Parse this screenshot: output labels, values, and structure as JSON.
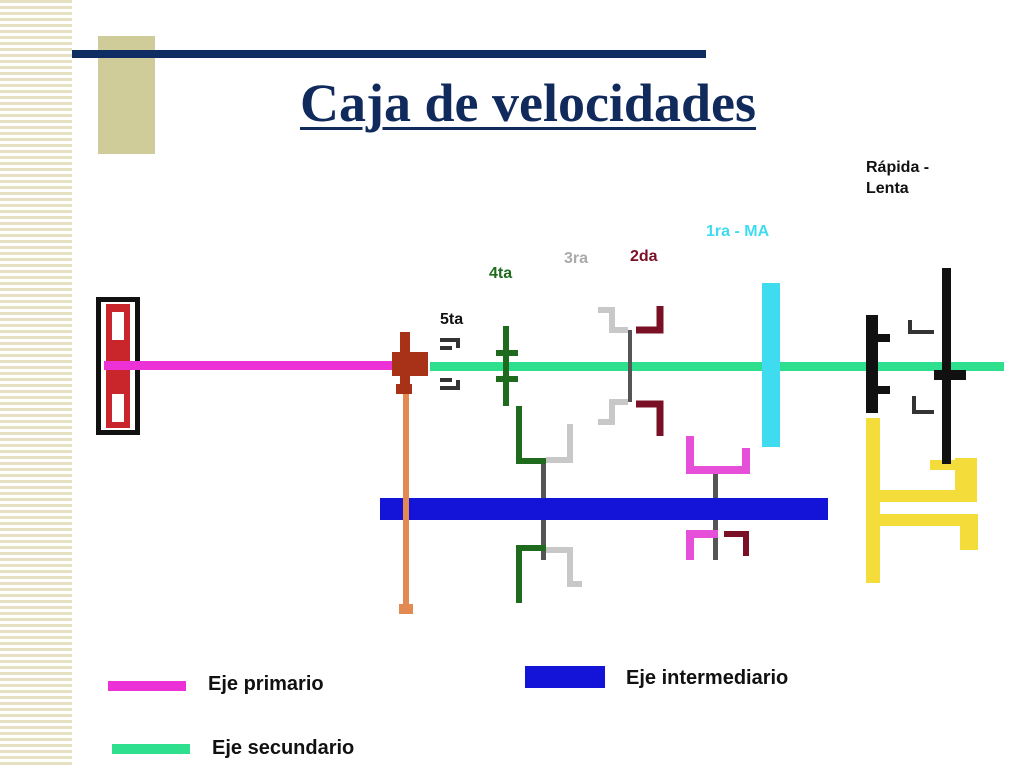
{
  "title": "Caja de velocidades",
  "colors": {
    "primario": "#ec32d6",
    "secundario": "#2ee08e",
    "intermediario": "#1414d8",
    "marcha_atras": "#3fdcf0",
    "rapida_lenta": "#f4dd3a",
    "quinta": "#a83218",
    "cuarta": "#1e6b1e",
    "tercera": "#c8c8c8",
    "segunda": "#7a1026",
    "title_rule": "#0d2d63"
  },
  "gear_labels": {
    "quinta": "5ta",
    "cuarta": "4ta",
    "tercera": "3ra",
    "segunda": "2da",
    "primera_ma": "1ra - MA",
    "rapida_lenta_line1": "Rápida -",
    "rapida_lenta_line2": "Lenta"
  },
  "legend": {
    "primario": "Eje primario",
    "secundario": "Eje secundario",
    "intermediario": "Eje intermediario"
  }
}
